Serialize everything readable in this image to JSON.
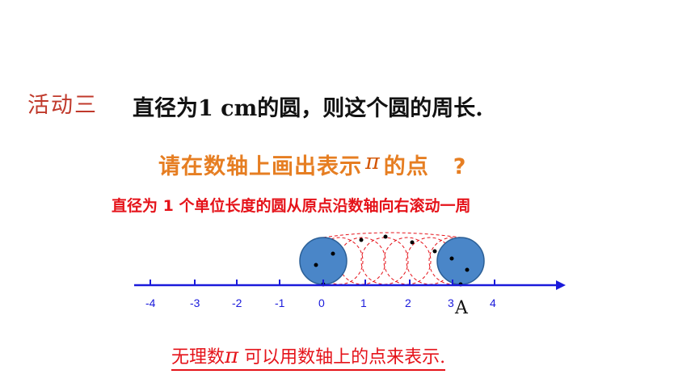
{
  "activity_label": "活动三",
  "question": "直径为1 cm的圆，则这个圆的周长.",
  "prompt": {
    "before": "请在数轴上画出表示",
    "pi": "π",
    "after": "的点",
    "question_mark": "?"
  },
  "subtitle": "直径为 1 个单位长度的圆从原点沿数轴向右滚动一周",
  "number_line": {
    "ticks": [
      "-4",
      "-3",
      "-2",
      "-1",
      "0",
      "1",
      "2",
      "3",
      "4"
    ],
    "point_label": "A"
  },
  "conclusion": {
    "before": "无理数",
    "pi": "π",
    "after": "可以用数轴上的点来表示."
  },
  "colors": {
    "axis": "#1a1adb",
    "circle_fill": "#4a86c8",
    "trail": "#e5131a",
    "title_red": "#c0392b",
    "prompt_orange": "#e67e22"
  }
}
